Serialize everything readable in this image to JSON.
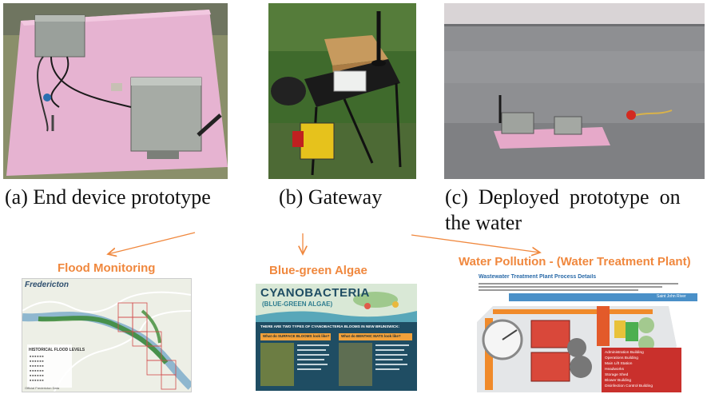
{
  "photos": {
    "end_device": {
      "caption": "(a) End device prototype"
    },
    "gateway": {
      "caption": "(b) Gateway"
    },
    "deployed": {
      "caption_line1": "(c)  Deployed  prototype  on",
      "caption_line2": "the water"
    }
  },
  "applications": {
    "flood": {
      "label": "Flood Monitoring",
      "map_title": "Fredericton",
      "table_title": "HISTORICAL FLOOD LEVELS",
      "source": "Official Fredericton Data"
    },
    "algae": {
      "label": "Blue-green Algae",
      "poster_title": "CYANOBACTERIA",
      "poster_subtitle": "(BLUE-GREEN ALGAE)",
      "banner": "THERE ARE TWO TYPES OF CYANOBACTERIA BLOOMS IN NEW BRUNSWICK:",
      "col1": "What do SURFACE BLOOMS look like?",
      "col2": "What do BENTHIC MATS look like?"
    },
    "water": {
      "label": "Water Pollution - (Water Treatment Plant)",
      "doc_title": "Wastewater Treatment Plant Process Details",
      "river_label": "Saint John River",
      "legend": [
        "Administration Building",
        "Operations Building",
        "Main Lift Station",
        "Headworks",
        "Storage Shed",
        "Blower Building",
        "Disinfection Control Building"
      ]
    }
  },
  "colors": {
    "accent_orange": "#f0883e",
    "caption_text": "#111111",
    "algae_navy": "#1f4d63",
    "plant_red": "#c9302c"
  }
}
